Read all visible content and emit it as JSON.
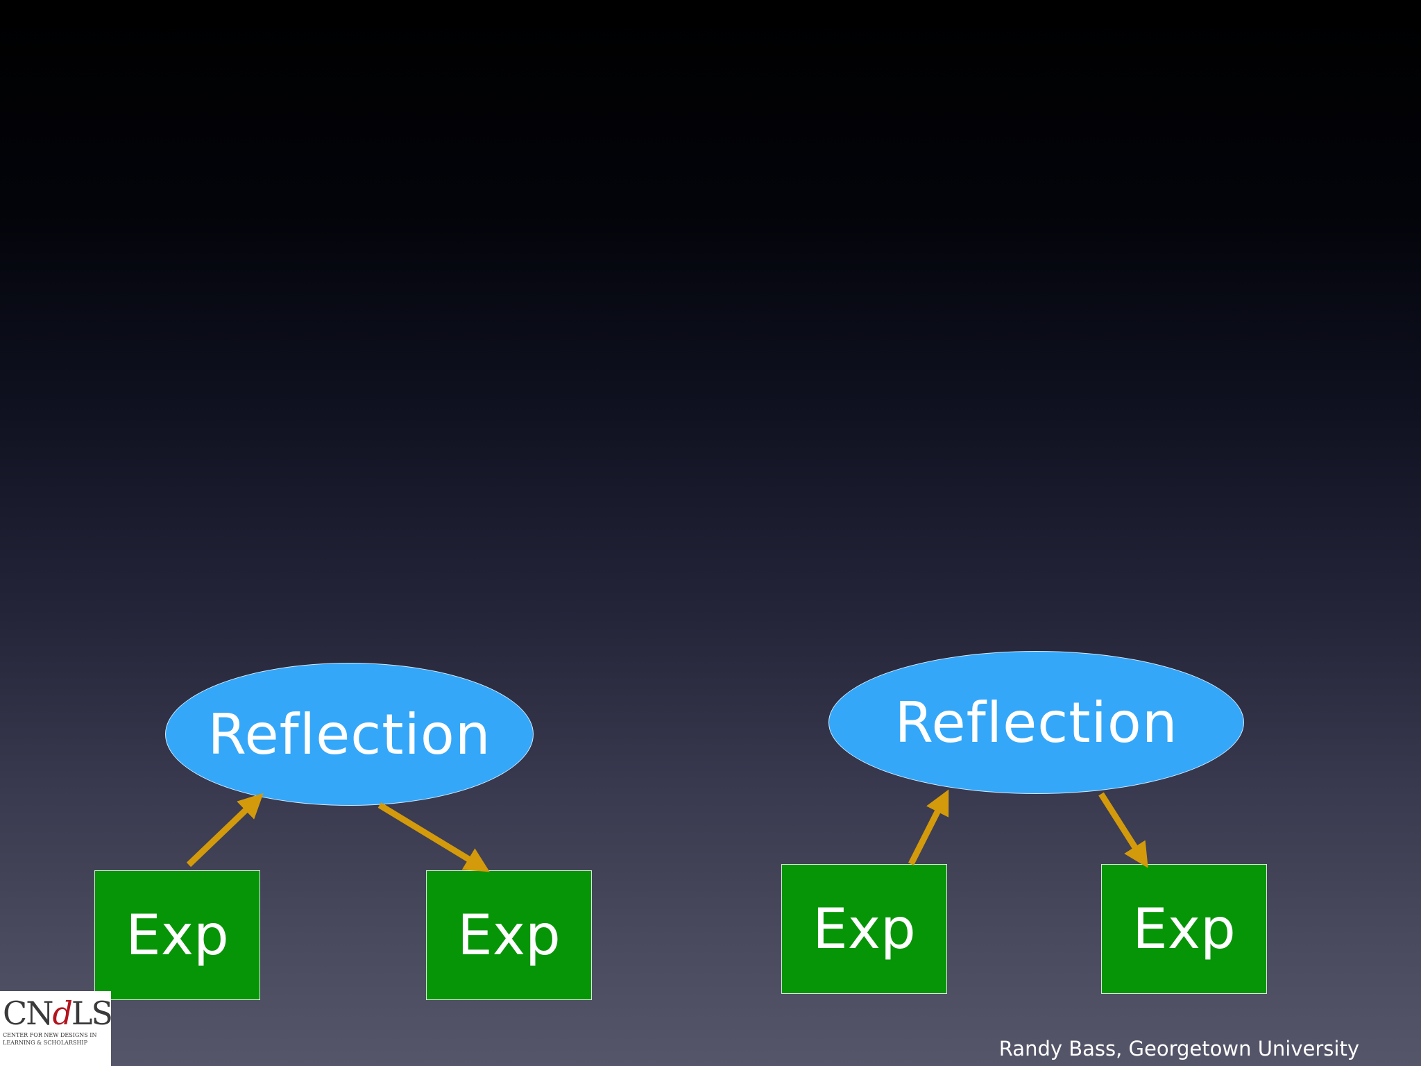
{
  "colors": {
    "reflection_fill": "#34a7f9",
    "exp_fill": "#069506",
    "arrow": "#d39a0c",
    "text": "#ffffff"
  },
  "diagrams": [
    {
      "reflection_label": "Reflection",
      "left_label": "Exp",
      "right_label": "Exp"
    },
    {
      "reflection_label": "Reflection",
      "left_label": "Exp",
      "right_label": "Exp"
    }
  ],
  "logo": {
    "mark": "CNDLS",
    "subtitle_line1": "CENTER FOR NEW DESIGNS IN",
    "subtitle_line2": "LEARNING & SCHOLARSHIP"
  },
  "credit": "Randy Bass, Georgetown University"
}
